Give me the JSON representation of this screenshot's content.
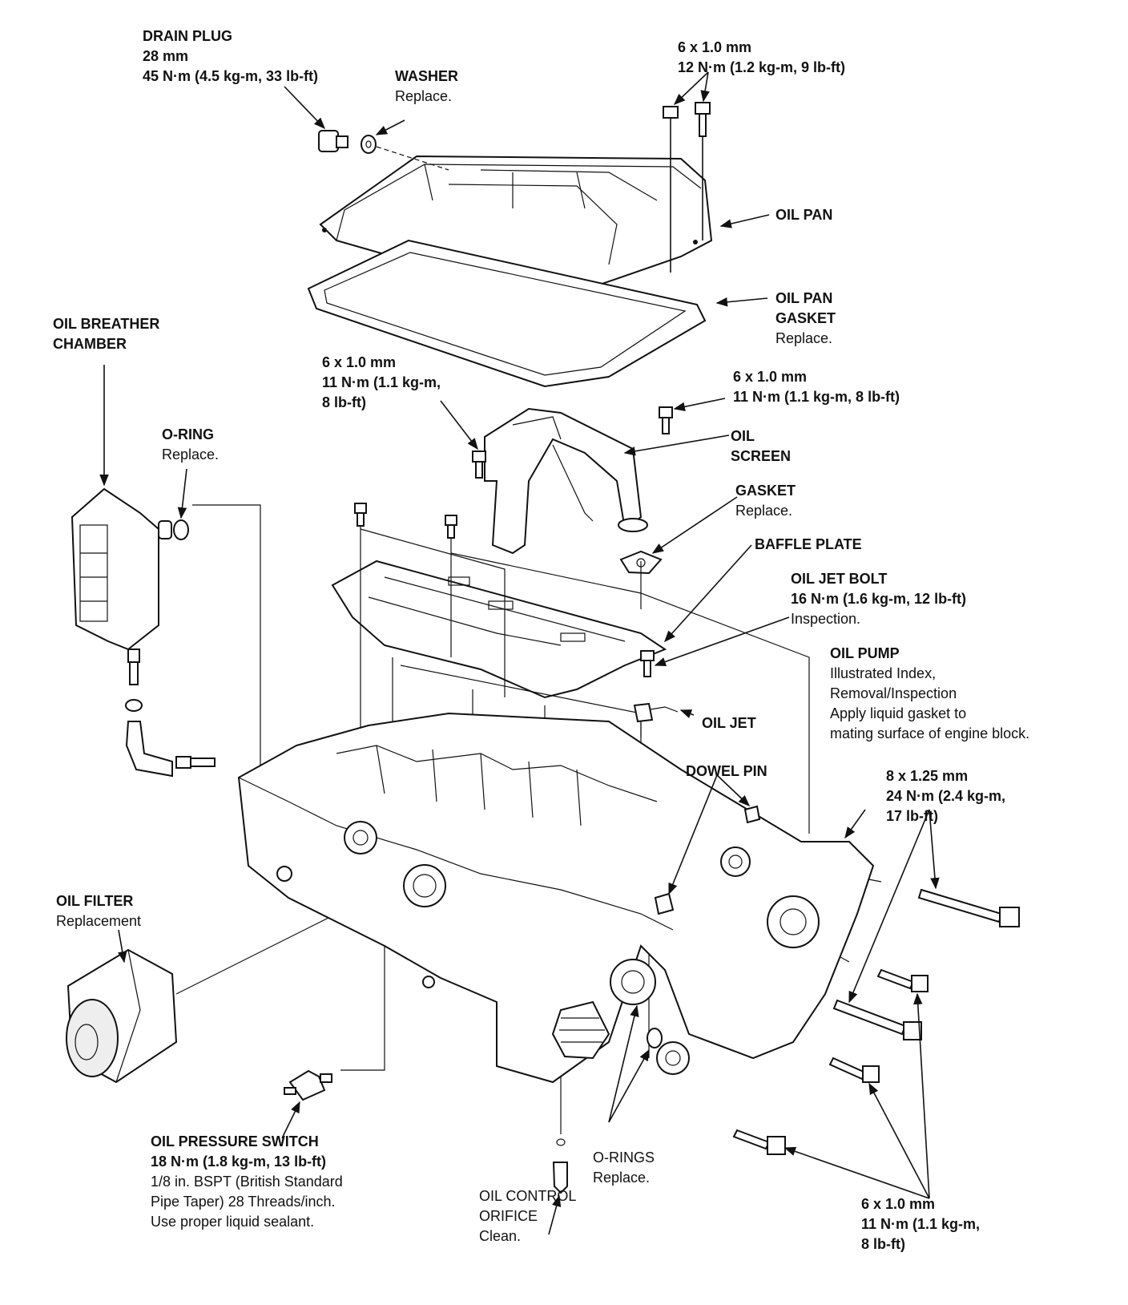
{
  "labels": {
    "drain_plug": {
      "title": [
        "DRAIN PLUG",
        "28 mm",
        "45 N·m (4.5 kg-m, 33 lb-ft)"
      ],
      "note": []
    },
    "washer": {
      "title": [
        "WASHER"
      ],
      "note": [
        "Replace."
      ]
    },
    "bolt_oilpan": {
      "title": [
        "6 x 1.0 mm",
        "12 N·m (1.2 kg-m, 9 lb-ft)"
      ],
      "note": []
    },
    "oil_pan": {
      "title": [
        "OIL PAN"
      ],
      "note": []
    },
    "oil_pan_gasket": {
      "title": [
        "OIL PAN",
        "GASKET"
      ],
      "note": [
        "Replace."
      ]
    },
    "oil_breather_chamber": {
      "title": [
        "OIL BREATHER",
        "CHAMBER"
      ],
      "note": []
    },
    "bolt_screen_left": {
      "title": [
        "6 x 1.0 mm",
        "11 N·m (1.1 kg-m,",
        "8 lb-ft)"
      ],
      "note": []
    },
    "bolt_screen_right": {
      "title": [
        "6 x 1.0 mm",
        "11 N·m (1.1 kg-m, 8 lb-ft)"
      ],
      "note": []
    },
    "o_ring": {
      "title": [
        "O-RING"
      ],
      "note": [
        "Replace."
      ]
    },
    "oil_screen": {
      "title": [
        "OIL",
        "SCREEN"
      ],
      "note": []
    },
    "gasket": {
      "title": [
        "GASKET"
      ],
      "note": [
        "Replace."
      ]
    },
    "baffle_plate": {
      "title": [
        "BAFFLE PLATE"
      ],
      "note": []
    },
    "oil_jet_bolt": {
      "title": [
        "OIL JET BOLT",
        "16 N·m (1.6 kg-m, 12 lb-ft)"
      ],
      "note": [
        "Inspection."
      ]
    },
    "oil_pump": {
      "title": [
        "OIL PUMP"
      ],
      "note": [
        "Illustrated Index,",
        "Removal/Inspection",
        "Apply liquid gasket to",
        "mating surface of engine block."
      ]
    },
    "oil_jet": {
      "title": [
        "OIL JET"
      ],
      "note": []
    },
    "dowel_pin": {
      "title": [
        "DOWEL PIN"
      ],
      "note": []
    },
    "bolt_pump": {
      "title": [
        "8 x 1.25 mm",
        "24 N·m (2.4 kg-m,",
        "17 lb-ft)"
      ],
      "note": []
    },
    "oil_filter": {
      "title": [
        "OIL FILTER"
      ],
      "note": [
        "Replacement"
      ]
    },
    "oil_pressure_switch": {
      "title": [
        "OIL PRESSURE SWITCH",
        "18 N·m (1.8 kg-m, 13 lb-ft)"
      ],
      "note": [
        "1/8 in. BSPT (British Standard",
        "Pipe Taper) 28 Threads/inch.",
        "Use proper liquid sealant."
      ]
    },
    "oil_control_orifice": {
      "title": [],
      "note": [
        "OIL CONTROL",
        "ORIFICE",
        "Clean."
      ]
    },
    "o_rings": {
      "title": [],
      "note": [
        "O-RINGS",
        "Replace."
      ]
    },
    "bolt_lower": {
      "title": [
        "6 x 1.0 mm",
        "11 N·m (1.1 kg-m,",
        "8 lb-ft)"
      ],
      "note": []
    }
  }
}
